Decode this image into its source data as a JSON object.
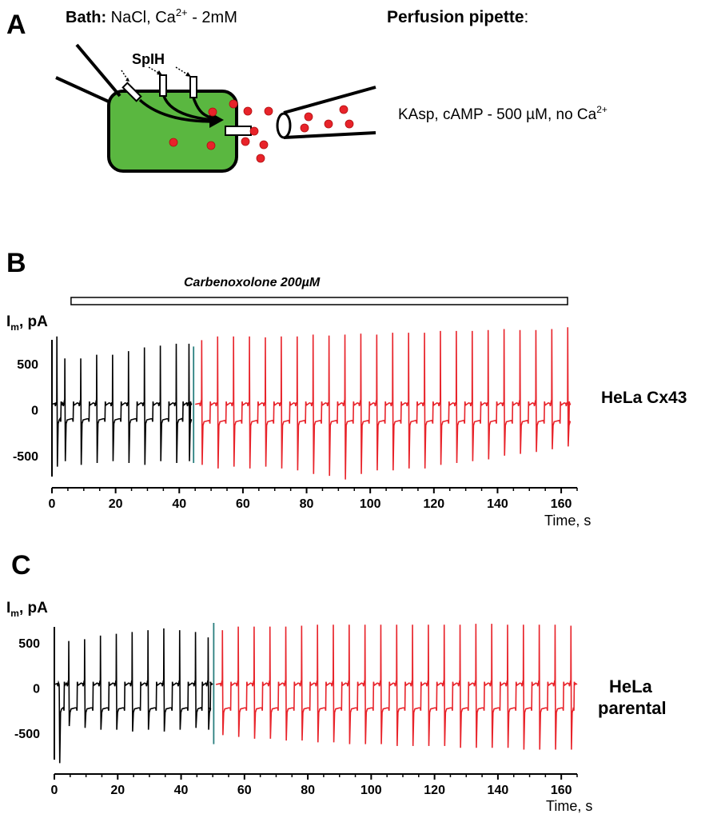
{
  "panel_a": {
    "label": "A",
    "bath_label": "Bath:",
    "bath_text": "NaCl, Ca",
    "bath_sup": "2+",
    "bath_tail": " - 2mM",
    "perfusion_title": "Perfusion pipette",
    "perfusion_colon": ":",
    "sensor_label": "SpIH",
    "pipette_text": "KAsp,  cAMP - 500 µM, no Ca",
    "pipette_sup": "2+",
    "colors": {
      "cell": "#5ab740",
      "dot": "#e8232a"
    }
  },
  "chart_data": [
    {
      "panel": "B",
      "type": "line",
      "title": "",
      "cell_label": "HeLa Cx43",
      "ylabel_main": "I",
      "ylabel_sub": "m",
      "ylabel_tail": ", pA",
      "xlabel": "Time, s",
      "xlim": [
        0,
        165
      ],
      "ylim": [
        -850,
        850
      ],
      "x_ticks": [
        0,
        20,
        40,
        60,
        80,
        100,
        120,
        140,
        160
      ],
      "y_ticks": [
        500,
        0,
        -500
      ],
      "drug": {
        "label": "Carbenoxolone 200µM",
        "start": 6,
        "end": 162
      },
      "series": [
        {
          "segment": "control",
          "color": "#000000",
          "x_range": [
            0,
            44
          ],
          "pulse_times": [
            1.5,
            4,
            9,
            14,
            19,
            24,
            29,
            34,
            39,
            43
          ],
          "peak_values": [
            800,
            560,
            560,
            600,
            600,
            640,
            680,
            700,
            720,
            720
          ],
          "trough_values": [
            -620,
            -560,
            -600,
            -580,
            -560,
            -580,
            -600,
            -560,
            -580,
            -560
          ],
          "step_upper": 60,
          "step_lower": -110
        },
        {
          "segment": "marker",
          "color": "#2a7f7f",
          "x": 44.5,
          "y_range": [
            -580,
            690
          ]
        },
        {
          "segment": "carbenoxolone",
          "color": "#e8232a",
          "x_range": [
            45,
            163
          ],
          "pulse_times": [
            47,
            52,
            57,
            62,
            67,
            72,
            77,
            82,
            87,
            92,
            97,
            102,
            107,
            112,
            117,
            122,
            127,
            132,
            137,
            142,
            147,
            152,
            157,
            162
          ],
          "peak_values": [
            760,
            800,
            800,
            800,
            790,
            800,
            800,
            820,
            810,
            820,
            830,
            820,
            840,
            840,
            840,
            860,
            860,
            860,
            870,
            880,
            870,
            870,
            880,
            900
          ],
          "trough_values": [
            -600,
            -640,
            -620,
            -640,
            -620,
            -640,
            -660,
            -700,
            -720,
            -760,
            -700,
            -660,
            -660,
            -640,
            -640,
            -600,
            -580,
            -560,
            -540,
            -500,
            -480,
            -460,
            -430,
            -400
          ],
          "step_upper": 60,
          "step_lower": -130
        }
      ]
    },
    {
      "panel": "C",
      "type": "line",
      "title": "",
      "cell_label_line1": "HeLa",
      "cell_label_line2": "parental",
      "ylabel_main": "I",
      "ylabel_sub": "m",
      "ylabel_tail": ", pA",
      "xlabel": "Time, s",
      "xlim": [
        0,
        165
      ],
      "ylim": [
        -950,
        800
      ],
      "x_ticks": [
        0,
        20,
        40,
        60,
        80,
        100,
        120,
        140,
        160
      ],
      "y_ticks": [
        500,
        0,
        -500
      ],
      "series": [
        {
          "segment": "control",
          "color": "#000000",
          "x_range": [
            0,
            50
          ],
          "pulse_times": [
            1.5,
            4.5,
            9.5,
            14.5,
            19.5,
            24.5,
            29.5,
            34.5,
            39.5,
            44.5,
            48.5
          ],
          "peak_values": [
            -30,
            520,
            540,
            580,
            600,
            620,
            640,
            660,
            640,
            620,
            560
          ],
          "trough_values": [
            -830,
            -420,
            -440,
            -460,
            -460,
            -480,
            -460,
            -480,
            -460,
            -440,
            -460
          ],
          "step_upper": 40,
          "step_lower": -230
        },
        {
          "segment": "marker",
          "color": "#2a7f7f",
          "x": 50.3,
          "y_range": [
            -620,
            720
          ]
        },
        {
          "segment": "carbenoxolone",
          "color": "#e8232a",
          "x_range": [
            51,
            165
          ],
          "pulse_times": [
            53,
            58,
            63,
            68,
            73,
            78,
            83,
            88,
            93,
            98,
            103,
            108,
            113,
            118,
            123,
            128,
            133,
            138,
            143,
            148,
            153,
            158,
            163
          ],
          "peak_values": [
            640,
            680,
            680,
            680,
            680,
            690,
            700,
            700,
            700,
            700,
            700,
            700,
            700,
            700,
            700,
            700,
            710,
            710,
            700,
            700,
            700,
            700,
            690
          ],
          "trough_values": [
            -520,
            -540,
            -560,
            -560,
            -580,
            -580,
            -600,
            -600,
            -620,
            -620,
            -620,
            -640,
            -640,
            -640,
            -640,
            -660,
            -660,
            -660,
            -660,
            -680,
            -680,
            -680,
            -680
          ],
          "step_upper": 40,
          "step_lower": -230
        }
      ]
    }
  ]
}
